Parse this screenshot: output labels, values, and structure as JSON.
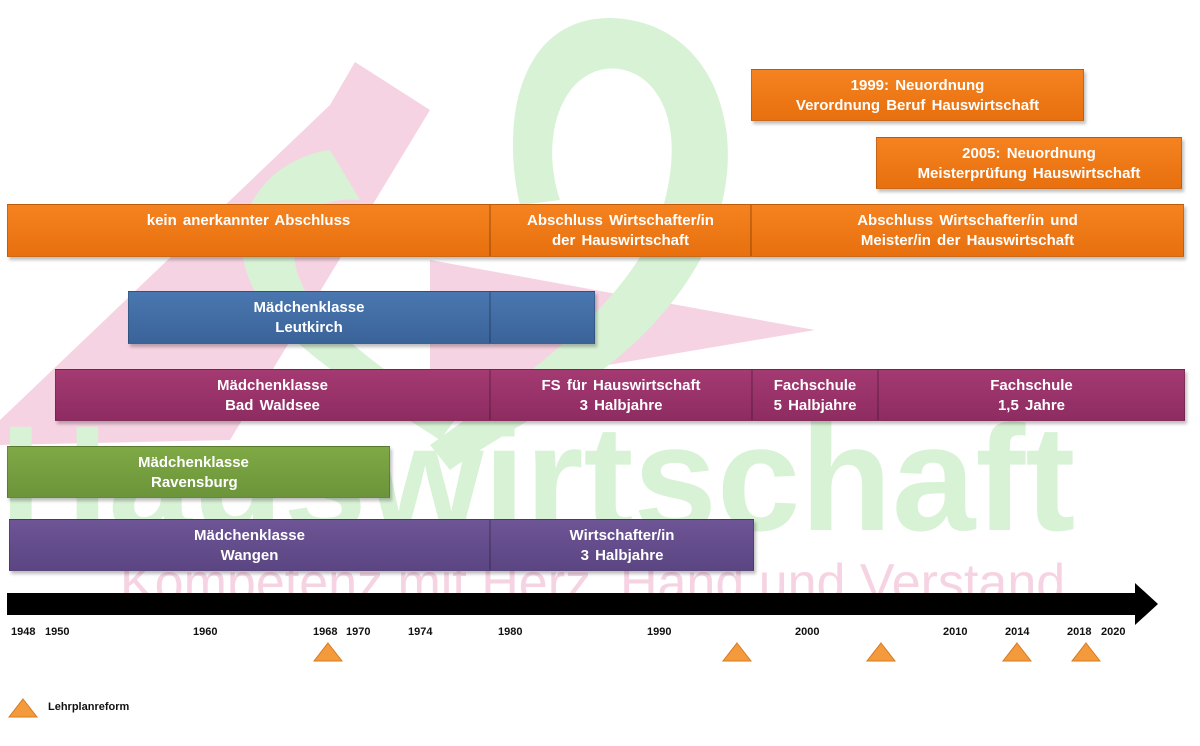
{
  "watermark": {
    "word": "Hauswirtschaft",
    "tagline": "Kompetenz mit Herz, Hand und Verstand",
    "colors": {
      "green": "#cfeecf",
      "pink": "#f6d3e2"
    }
  },
  "bars": {
    "neuordnung_1999": {
      "line1": "1999: Neuordnung",
      "line2": "Verordnung  Beruf Hauswirtschaft",
      "color": "#f58220"
    },
    "neuordnung_2005": {
      "line1": "2005: Neuordnung",
      "line2": "Meisterprüfung  Hauswirtschaft",
      "color": "#f58220"
    },
    "kein_abschluss": {
      "line1": "kein  anerkannter  Abschluss",
      "color": "#f58220"
    },
    "abschluss_wirtschafter": {
      "line1": "Abschluss  Wirtschafter/in",
      "line2": "der Hauswirtschaft",
      "color": "#f58220"
    },
    "abschluss_meister": {
      "line1": "Abschluss  Wirtschafter/in  und",
      "line2": "Meister/in  der Hauswirtschaft",
      "color": "#f58220"
    },
    "leutkirch": {
      "line1": "Mädchenklasse",
      "line2": "Leutkirch",
      "color": "#4a77b0"
    },
    "bad_waldsee": {
      "line1": "Mädchenklasse",
      "line2": "Bad Waldsee",
      "color": "#a43a72"
    },
    "fs_hauswirtschaft": {
      "line1": "FS für Hauswirtschaft",
      "line2": "3 Halbjahre",
      "color": "#a43a72"
    },
    "fachschule_5": {
      "line1": "Fachschule",
      "line2": "5 Halbjahre",
      "color": "#a43a72"
    },
    "fachschule_15": {
      "line1": "Fachschule",
      "line2": "1,5 Jahre",
      "color": "#a43a72"
    },
    "ravensburg": {
      "line1": "Mädchenklasse",
      "line2": "Ravensburg",
      "color": "#7fa945"
    },
    "wangen": {
      "line1": "Mädchenklasse",
      "line2": "Wangen",
      "color": "#6e5596"
    },
    "wirtschafter_3hj": {
      "line1": "Wirtschafter/in",
      "line2": "3 Halbjahre",
      "color": "#6e5596"
    }
  },
  "timeline": {
    "ticks": [
      "1948",
      "1950",
      "1960",
      "1968",
      "1970",
      "1974",
      "1980",
      "1990",
      "2000",
      "2010",
      "2014",
      "2018",
      "2020"
    ],
    "reform_marker_color": "#f39a3c"
  },
  "legend": {
    "label": "Lehrplanreform"
  }
}
